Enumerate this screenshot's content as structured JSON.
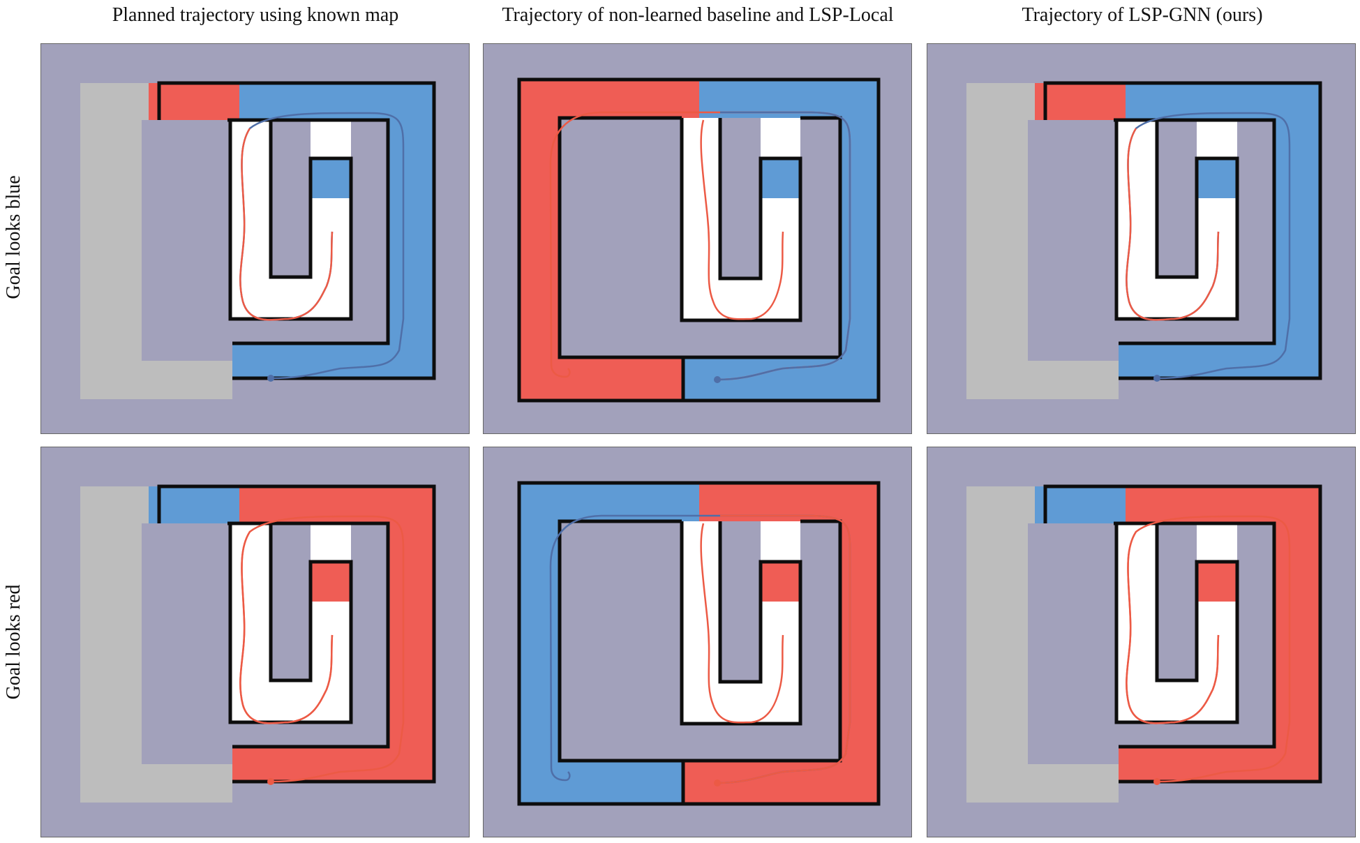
{
  "columns": [
    {
      "title": "Planned trajectory using known map"
    },
    {
      "title": "Trajectory of non-learned baseline and LSP-Local"
    },
    {
      "title": "Trajectory of LSP-GNN (ours)"
    }
  ],
  "rows": [
    {
      "label": "Goal looks blue",
      "goal": "blue"
    },
    {
      "label": "Goal looks red",
      "goal": "red"
    }
  ],
  "colors": {
    "background": "#a2a1bb",
    "unexplored": "#bdbdbd",
    "free": "#ffffff",
    "red": "#ef5d55",
    "blue": "#5f9bd5",
    "wall": "#0d0d0d",
    "trajectory_red": "#ec5a45",
    "trajectory_blue": "#4f6fa8"
  }
}
